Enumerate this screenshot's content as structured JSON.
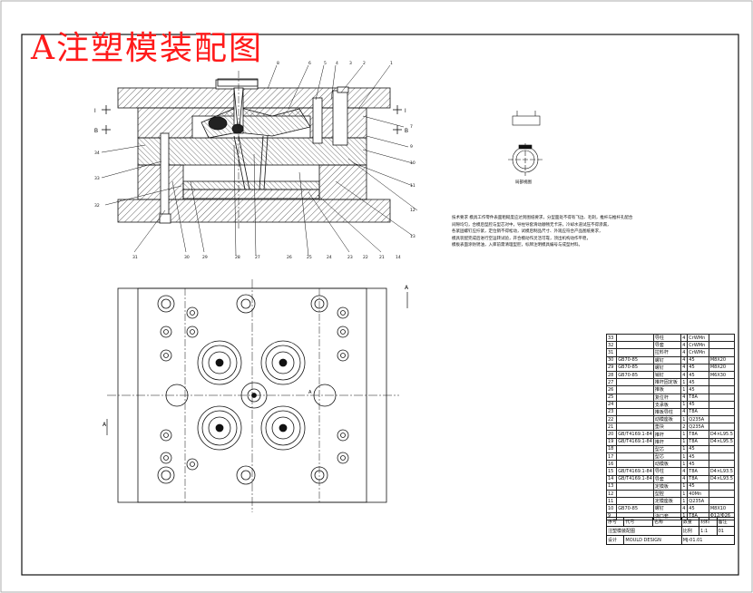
{
  "title": "A注塑模装配图",
  "technical_notes": [
    "技术要求 模具工作零件表面粗糙度应达到图纸要求，分型面处不得有飞边、毛刺，推杆与推杆孔配合",
    "间隙均匀，合模后型腔与型芯对中，导柱导套滑动顺畅无卡滞，冷却水道试压不得渗漏，",
    "各紧固螺钉应拧紧，定位销不得松动，试模后制品尺寸、外观应符合产品图纸要求，",
    "模具装配完成后进行空运转试验，开合模动作灵活可靠，顶出机构动作平稳，",
    "模板表面涂防锈油，入库前需清理型腔，标牌注明模具编号与成型材料。"
  ],
  "bom_rows": [
    [
      "33",
      "",
      "导柱",
      "4",
      "CrWMn",
      ""
    ],
    [
      "32",
      "",
      "导套",
      "4",
      "CrWMn",
      ""
    ],
    [
      "31",
      "",
      "拉料杆",
      "4",
      "CrWMn",
      ""
    ],
    [
      "30",
      "GB70-85",
      "螺钉",
      "4",
      "45",
      "M8X20"
    ],
    [
      "29",
      "GB70-85",
      "螺钉",
      "4",
      "45",
      "M8X20"
    ],
    [
      "28",
      "GB70-85",
      "销钉",
      "4",
      "45",
      "M6X30"
    ],
    [
      "27",
      "",
      "推杆固定板",
      "1",
      "45",
      ""
    ],
    [
      "26",
      "",
      "推板",
      "1",
      "45",
      ""
    ],
    [
      "25",
      "",
      "复位杆",
      "4",
      "T8A",
      ""
    ],
    [
      "24",
      "",
      "支承板",
      "1",
      "45",
      ""
    ],
    [
      "23",
      "",
      "推板导柱",
      "4",
      "T8A",
      ""
    ],
    [
      "22",
      "",
      "动模座板",
      "1",
      "Q235A",
      ""
    ],
    [
      "21",
      "",
      "垫块",
      "2",
      "Q235A",
      ""
    ],
    [
      "20",
      "GB/T4169.1-84",
      "推杆",
      "1",
      "T8A",
      "D4×L95.5"
    ],
    [
      "19",
      "GB/T4169.1-84",
      "推杆",
      "1",
      "T8A",
      "D4×L95.5"
    ],
    [
      "18",
      "",
      "型芯",
      "1",
      "45",
      ""
    ],
    [
      "17",
      "",
      "型芯",
      "1",
      "45",
      ""
    ],
    [
      "16",
      "",
      "动模板",
      "1",
      "45",
      ""
    ],
    [
      "15",
      "GB/T4169.1-84",
      "导柱",
      "4",
      "T8A",
      "D4×L93.5"
    ],
    [
      "14",
      "GB/T4169.1-84",
      "导套",
      "4",
      "T8A",
      "D4×L93.5"
    ],
    [
      "13",
      "",
      "定模板",
      "1",
      "45",
      ""
    ],
    [
      "12",
      "",
      "型腔",
      "1",
      "40Mn",
      ""
    ],
    [
      "11",
      "",
      "定模座板",
      "1",
      "Q235A",
      ""
    ],
    [
      "10",
      "GB70-85",
      "螺钉",
      "4",
      "45",
      "M8X10"
    ],
    [
      "9",
      "",
      "浇口套",
      "1",
      "T8A",
      "Φ12/Φ26"
    ]
  ],
  "bom_header": [
    "序号",
    "代号",
    "名称",
    "数量",
    "材料",
    "备注"
  ],
  "title_block": {
    "assembly_name": "注塑模装配图",
    "scale_label": "比例",
    "scale_value": "1:1",
    "sheet_label": "共 张",
    "sheet_value": "01",
    "designer_label": "设计",
    "school": "MOULD DESIGN",
    "drawing_number": "MJ-01.01"
  },
  "view_labels": {
    "section_top_left": "I",
    "section_top_right": "I",
    "section_b_left": "B",
    "section_b_right": "B",
    "view_a_top": "A",
    "view_a_left": "A",
    "center_a": "A",
    "detail_label": "局部视图"
  },
  "balloons": {
    "top": [
      "8",
      "6",
      "5",
      "4",
      "3",
      "2",
      "1"
    ],
    "right": [
      "7",
      "9",
      "10",
      "11",
      "12",
      "13"
    ],
    "bottom": [
      "31",
      "30",
      "29",
      "28",
      "27",
      "26",
      "25",
      "24",
      "23",
      "22",
      "21",
      "14"
    ],
    "left": [
      "34",
      "33",
      "32"
    ]
  }
}
